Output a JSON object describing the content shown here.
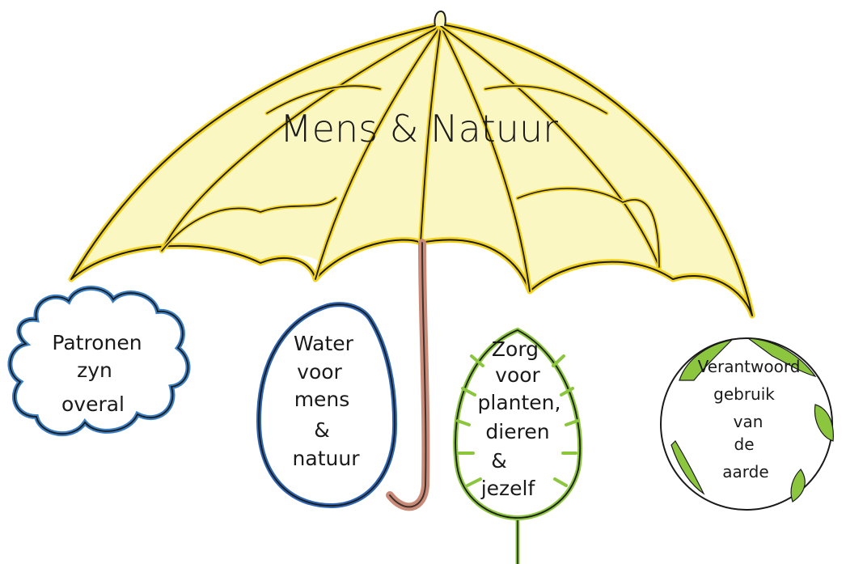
{
  "title": "Mens & Natuur",
  "colors": {
    "umbrella_fill": "#fbf7c2",
    "umbrella_stroke": "#f3d21c",
    "outline": "#1a1a1a",
    "handle": "#c98a78",
    "cloud": "#3a7ec4",
    "drop": "#2f66b3",
    "leaf": "#8cc63f",
    "earth_land": "#8cc63f"
  },
  "themes": [
    {
      "id": "patronen",
      "shape": "cloud",
      "lines": [
        "Patronen",
        "zyn",
        "overal"
      ]
    },
    {
      "id": "water",
      "shape": "drop",
      "lines": [
        "Water",
        "voor",
        "mens",
        "&",
        "natuur"
      ]
    },
    {
      "id": "zorg",
      "shape": "leaf",
      "lines": [
        "Zorg",
        "voor",
        "planten,",
        "dieren",
        "&",
        "jezelf"
      ]
    },
    {
      "id": "aarde",
      "shape": "globe",
      "lines": [
        "Verantwoord",
        "gebruik",
        "van",
        "de",
        "aarde"
      ]
    }
  ]
}
